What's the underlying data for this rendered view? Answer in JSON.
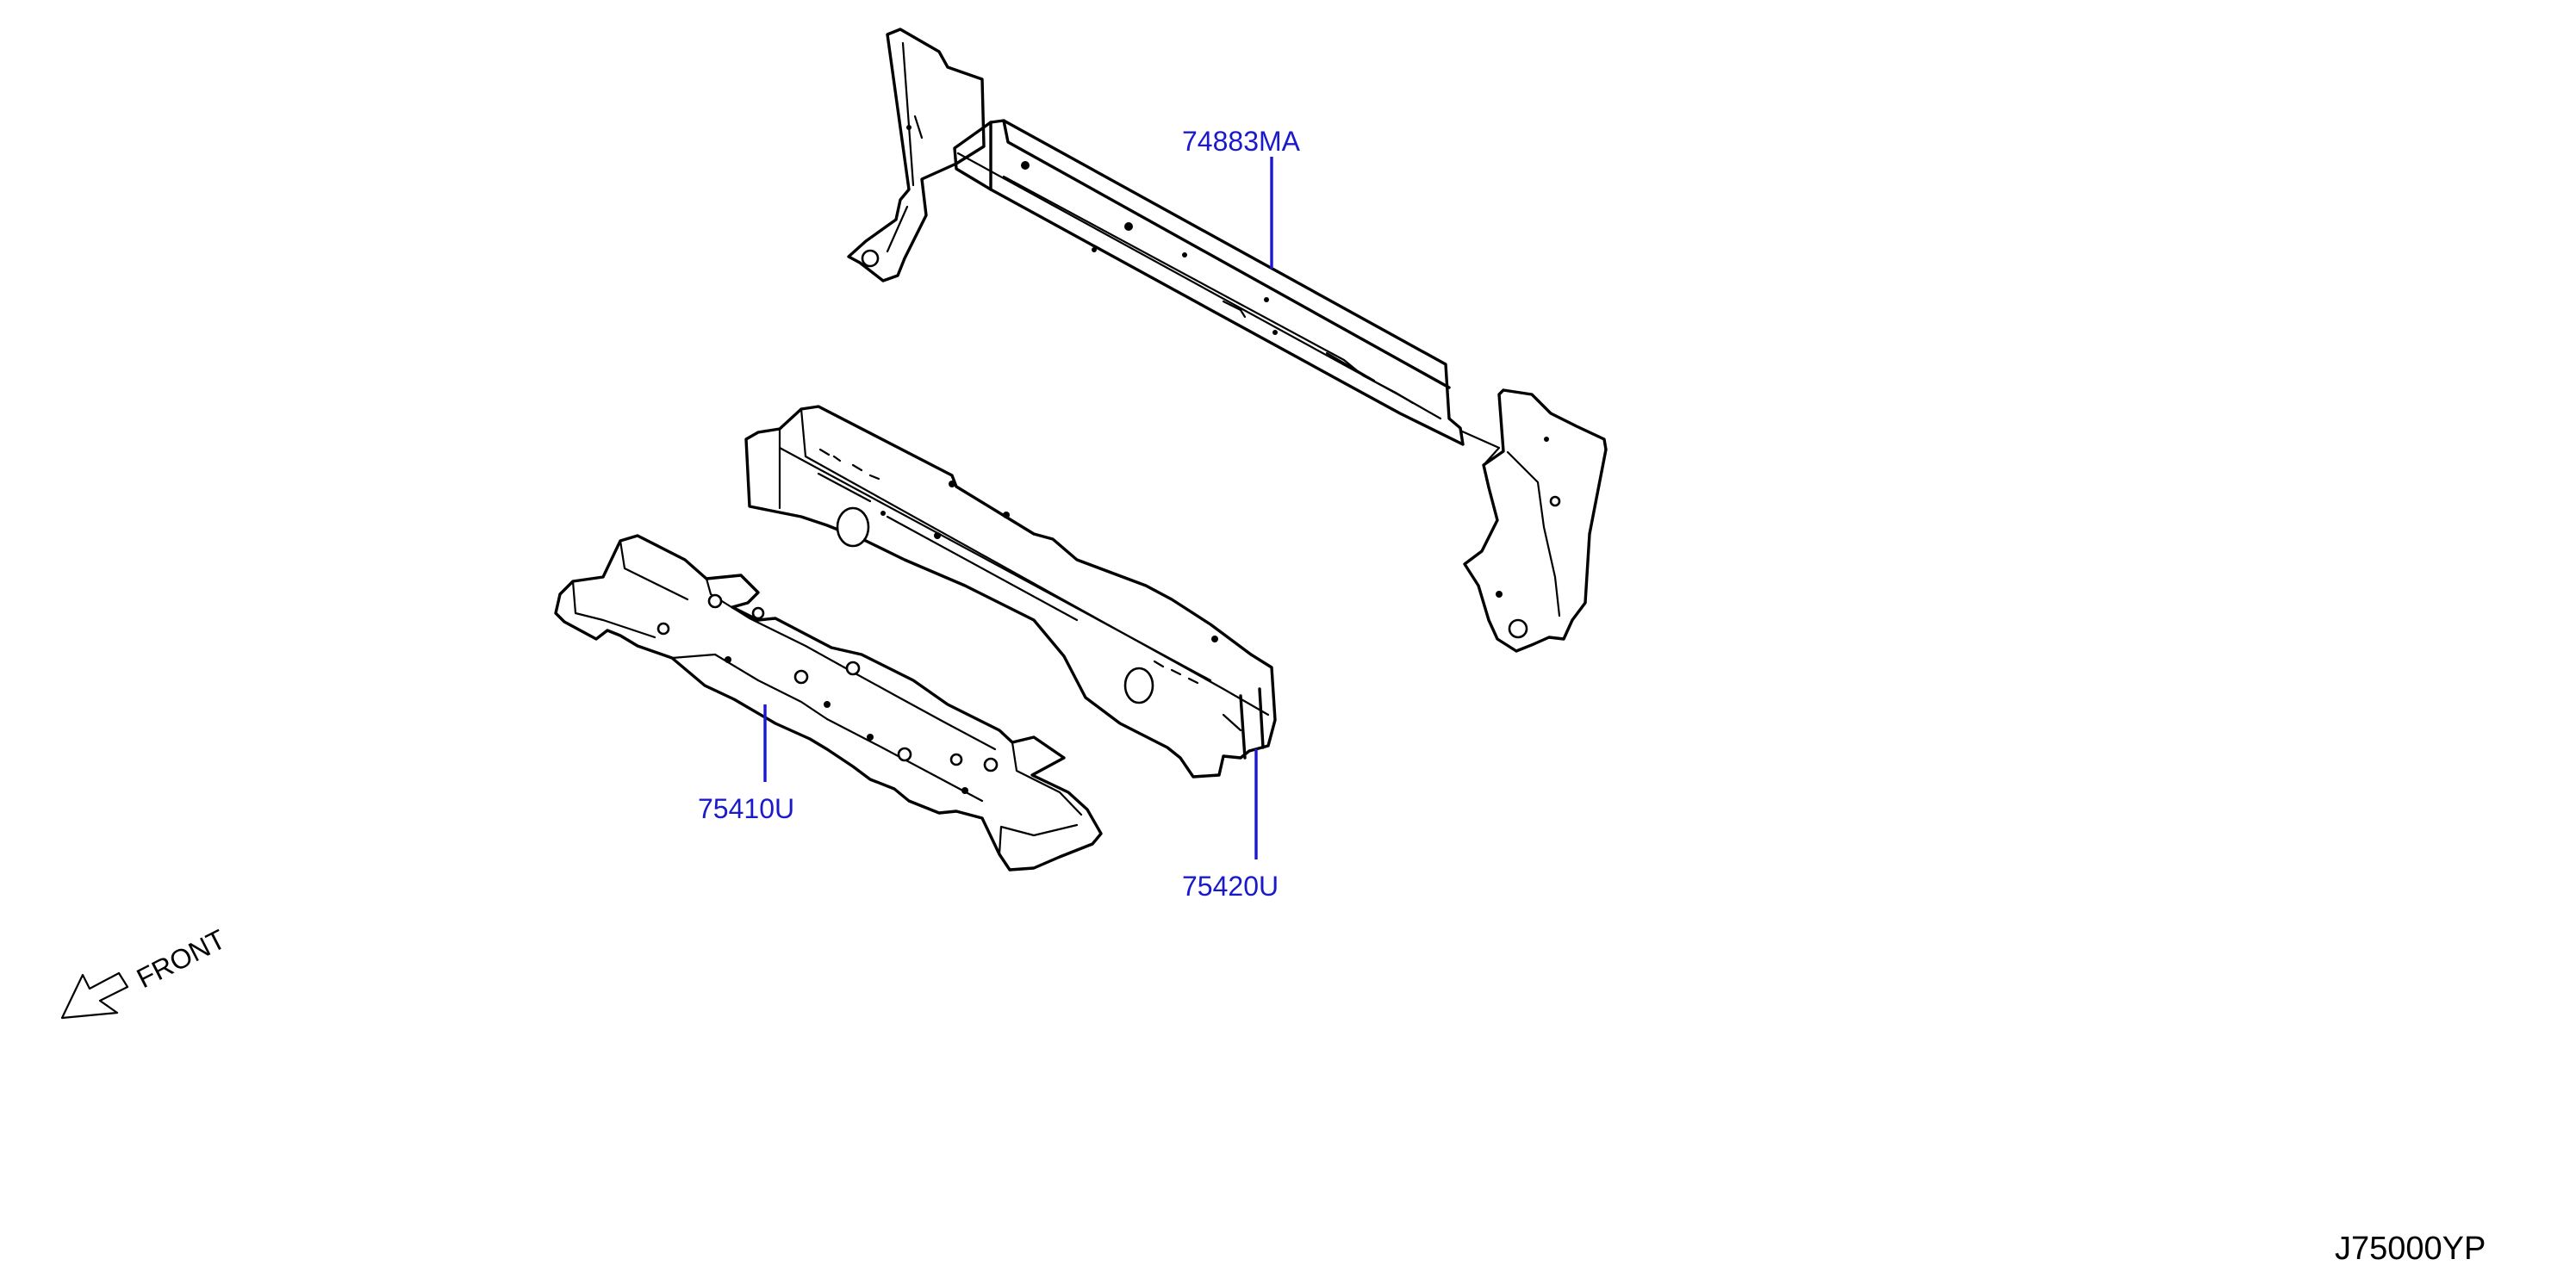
{
  "callouts": [
    {
      "id": "rear-crossmember",
      "label": "74883MA"
    },
    {
      "id": "lower-member",
      "label": "75410U"
    },
    {
      "id": "center-member",
      "label": "75420U"
    }
  ],
  "orientation": {
    "label": "FRONT"
  },
  "diagram_code": "J75000YP",
  "colors": {
    "callout": "#1a1acc",
    "linework": "#000000",
    "background": "#ffffff"
  }
}
